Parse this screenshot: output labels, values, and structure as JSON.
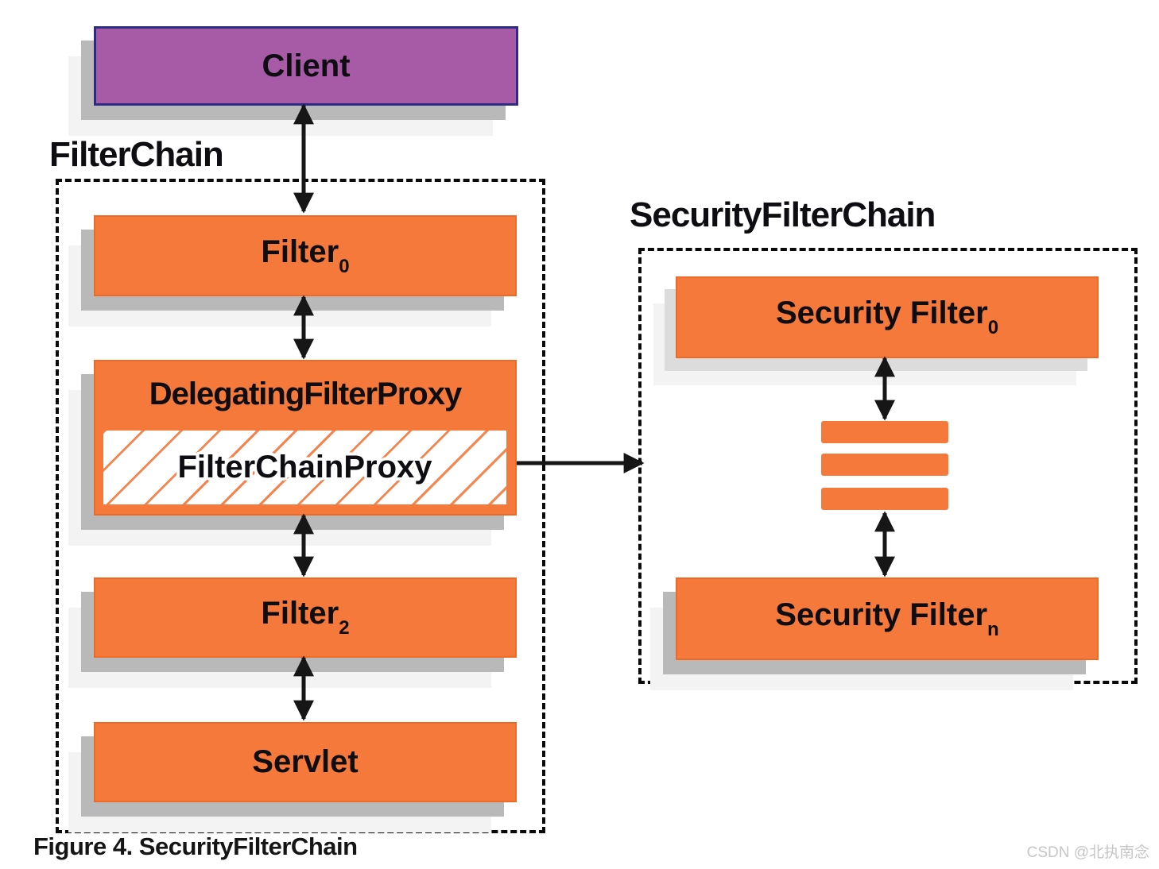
{
  "colors": {
    "box_orange": "#F4793B",
    "client_purple": "#A75BA6",
    "client_border": "#2D2B83",
    "hatch_orange": "#F5854F",
    "arrow_black": "#161616",
    "shadow_gray": "#B9B9B9",
    "watermark_gray": "#C6C6C6"
  },
  "client": {
    "label": "Client"
  },
  "filter_chain": {
    "title": "FilterChain",
    "filter0_base": "Filter",
    "filter0_sub": "0",
    "dfp_label": "DelegatingFilterProxy",
    "fcp_label": "FilterChainProxy",
    "filter2_base": "Filter",
    "filter2_sub": "2",
    "servlet_label": "Servlet"
  },
  "security_filter_chain": {
    "title": "SecurityFilterChain",
    "filter0_base": "Security Filter",
    "filter0_sub": "0",
    "filtern_base": "Security Filter",
    "filtern_sub": "n",
    "ellipsis_bar_count": 3
  },
  "caption": "Figure 4. SecurityFilterChain",
  "watermark": "CSDN @北执南念"
}
